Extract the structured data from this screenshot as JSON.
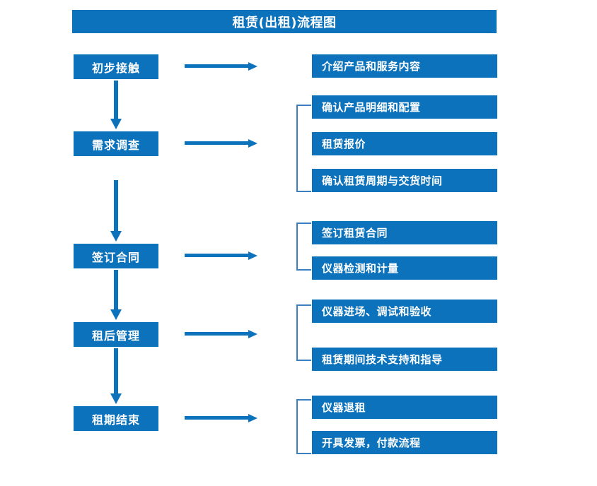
{
  "title": "租赁(出租)流程图",
  "colors": {
    "box_blue": "#0C72BC",
    "arrow_blue": "#0C72BC",
    "bracket_blue": "#3C7EBF",
    "text_white": "#FFFFFF",
    "background": "#FFFFFF"
  },
  "chart_data": {
    "type": "diagram",
    "title": "租赁(出租)流程图",
    "stages": [
      {
        "label": "初步接触",
        "details": [
          "介绍产品和服务内容"
        ],
        "bracketed": false
      },
      {
        "label": "需求调查",
        "details": [
          "确认产品明细和配置",
          "租赁报价",
          "确认租赁周期与交货时间"
        ],
        "bracketed": true
      },
      {
        "label": "签订合同",
        "details": [
          "签订租赁合同",
          "仪器检测和计量"
        ],
        "bracketed": true
      },
      {
        "label": "租后管理",
        "details": [
          "仪器进场、调试和验收",
          "租赁期间技术支持和指导"
        ],
        "bracketed": true
      },
      {
        "label": "租期结束",
        "details": [
          "仪器退租",
          "开具发票，付款流程"
        ],
        "bracketed": true
      }
    ]
  },
  "stages": {
    "s0": {
      "label": "初步接触"
    },
    "s1": {
      "label": "需求调查"
    },
    "s2": {
      "label": "签订合同"
    },
    "s3": {
      "label": "租后管理"
    },
    "s4": {
      "label": "租期结束"
    }
  },
  "details": {
    "d0": "介绍产品和服务内容",
    "d1": "确认产品明细和配置",
    "d2": "租赁报价",
    "d3": "确认租赁周期与交货时间",
    "d4": "签订租赁合同",
    "d5": "仪器检测和计量",
    "d6": "仪器进场、调试和验收",
    "d7": "租赁期间技术支持和指导",
    "d8": "仪器退租",
    "d9": "开具发票，付款流程"
  }
}
